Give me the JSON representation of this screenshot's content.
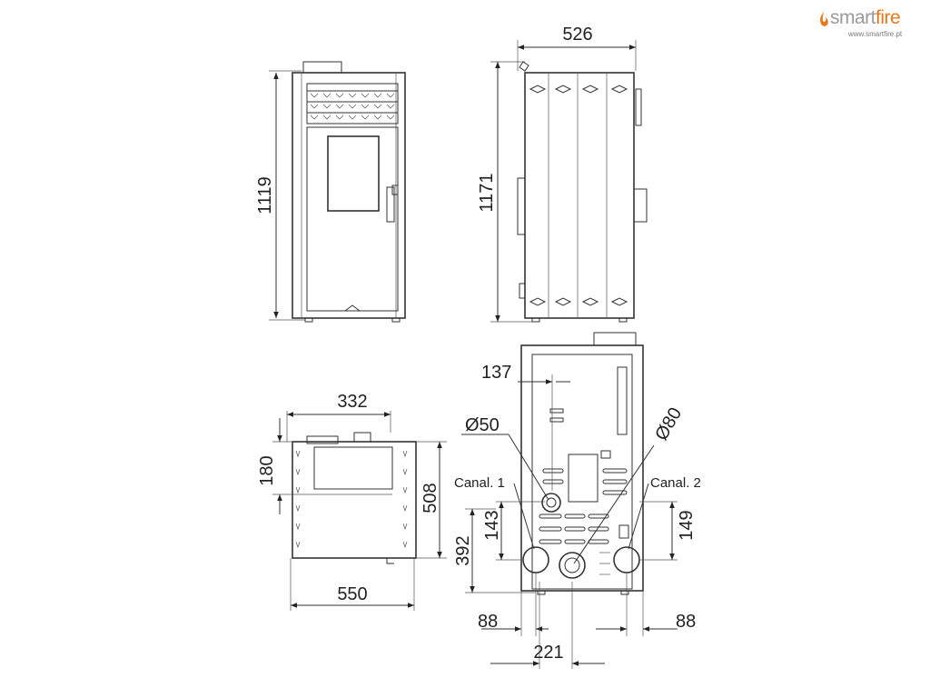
{
  "brand": {
    "name_part1": "smart",
    "name_part2": "fire",
    "url": "www.smartfire.pt",
    "colors": {
      "grey": "#9a9a9a",
      "orange": "#e8791f"
    },
    "icon": "flame-icon"
  },
  "views": {
    "front": {
      "height_label": "1119"
    },
    "side": {
      "width_label": "526",
      "height_label": "1171"
    },
    "top": {
      "width_top_label": "332",
      "depth_small_label": "180",
      "depth_label": "508",
      "width_label": "550"
    },
    "rear": {
      "offset_label": "137",
      "diameter_small_label": "Ø50",
      "diameter_large_label": "Ø80",
      "canal1_label": "Canal. 1",
      "canal2_label": "Canal. 2",
      "h143_label": "143",
      "h149_label": "149",
      "h392_label": "392",
      "left_offset_label": "88",
      "right_offset_label": "88",
      "center_spacing_label": "221"
    }
  }
}
